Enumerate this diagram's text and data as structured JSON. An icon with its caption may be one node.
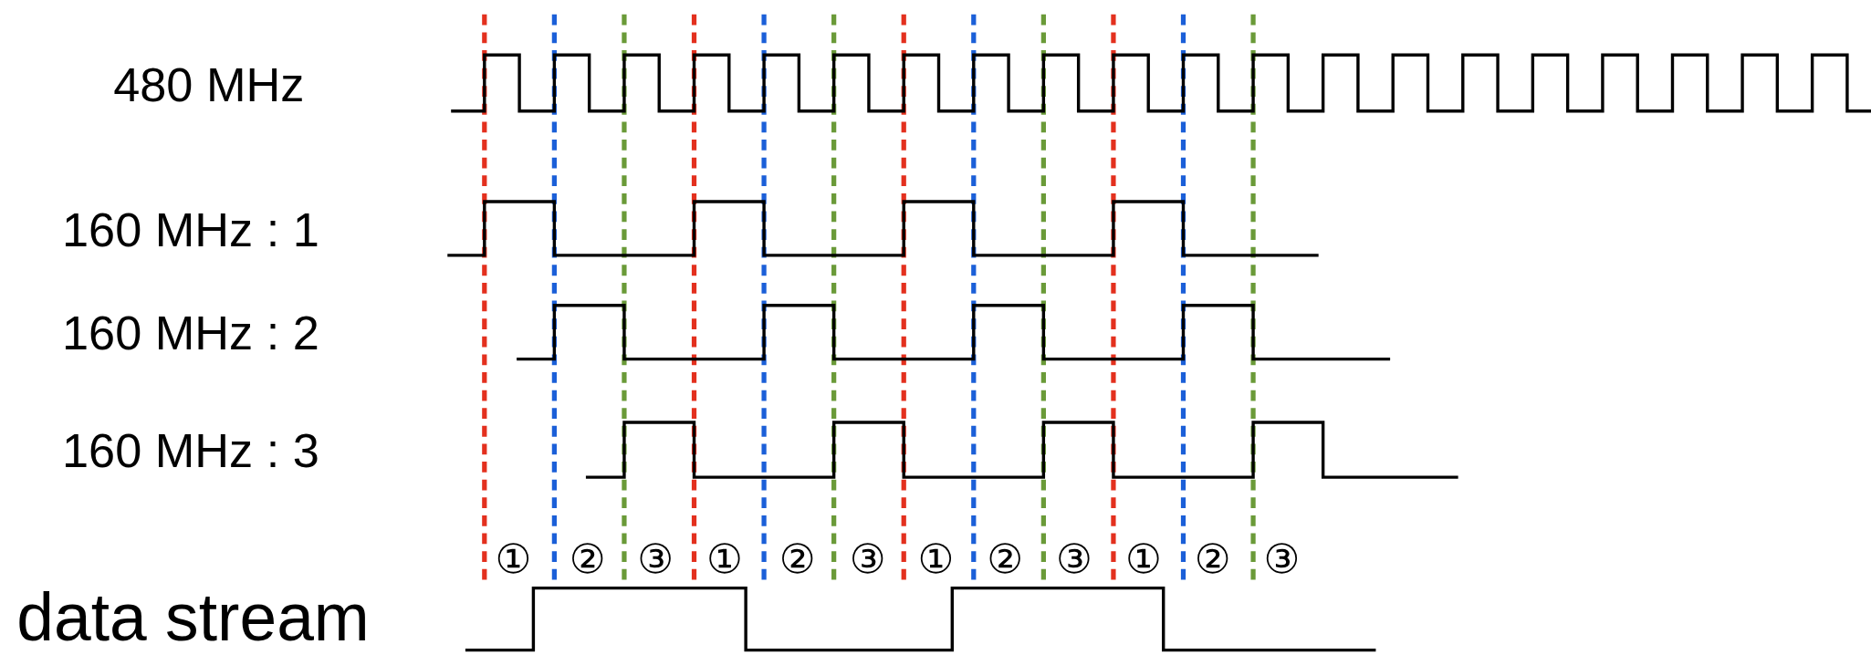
{
  "diagram": {
    "labels": [
      "480 MHz",
      "160 MHz : 1",
      "160 MHz : 2",
      "160 MHz : 3",
      "①",
      "②",
      "③",
      "①",
      "②",
      "③",
      "①",
      "②",
      "③",
      "①",
      "②",
      "③",
      "data stream"
    ]
  }
}
